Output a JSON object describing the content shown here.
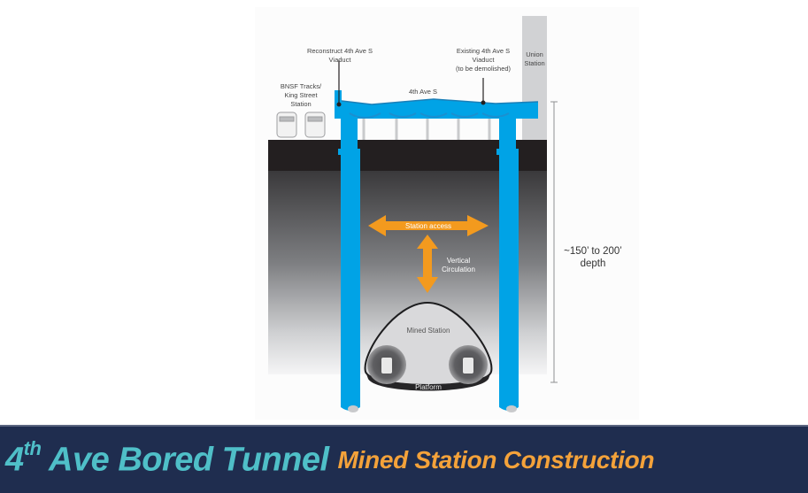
{
  "diagram": {
    "labels": {
      "reconstruct_viaduct_line1": "Reconstruct 4th Ave S",
      "reconstruct_viaduct_line2": "Viaduct",
      "existing_viaduct_line1": "Existing 4th Ave S",
      "existing_viaduct_line2": "Viaduct",
      "existing_viaduct_line3": "(to be demolished)",
      "union_station_line1": "Union",
      "union_station_line2": "Station",
      "bnsf_line1": "BNSF Tracks/",
      "bnsf_line2": "King Street",
      "bnsf_line3": "Station",
      "road": "4th Ave S",
      "station_access": "Station access",
      "vertical_circulation_line1": "Vertical",
      "vertical_circulation_line2": "Circulation",
      "mined_station": "Mined Station",
      "platform": "Platform",
      "depth_line1": "~150’ to 200’",
      "depth_line2": "depth"
    },
    "colors": {
      "structure_blue": "#00a3e6",
      "structure_blue_dark": "#1b8fd0",
      "arrow_orange": "#f39a1e",
      "ground_top": "#231f20",
      "union_station_gray": "#d1d2d4"
    }
  },
  "footer": {
    "title_prefix": "4",
    "title_superscript": "th",
    "title_rest": " Ave Bored Tunnel",
    "subtitle": "Mined Station Construction",
    "colors": {
      "background": "#1f2d4f",
      "title": "#4fbfc8",
      "subtitle": "#f4a23a"
    }
  }
}
